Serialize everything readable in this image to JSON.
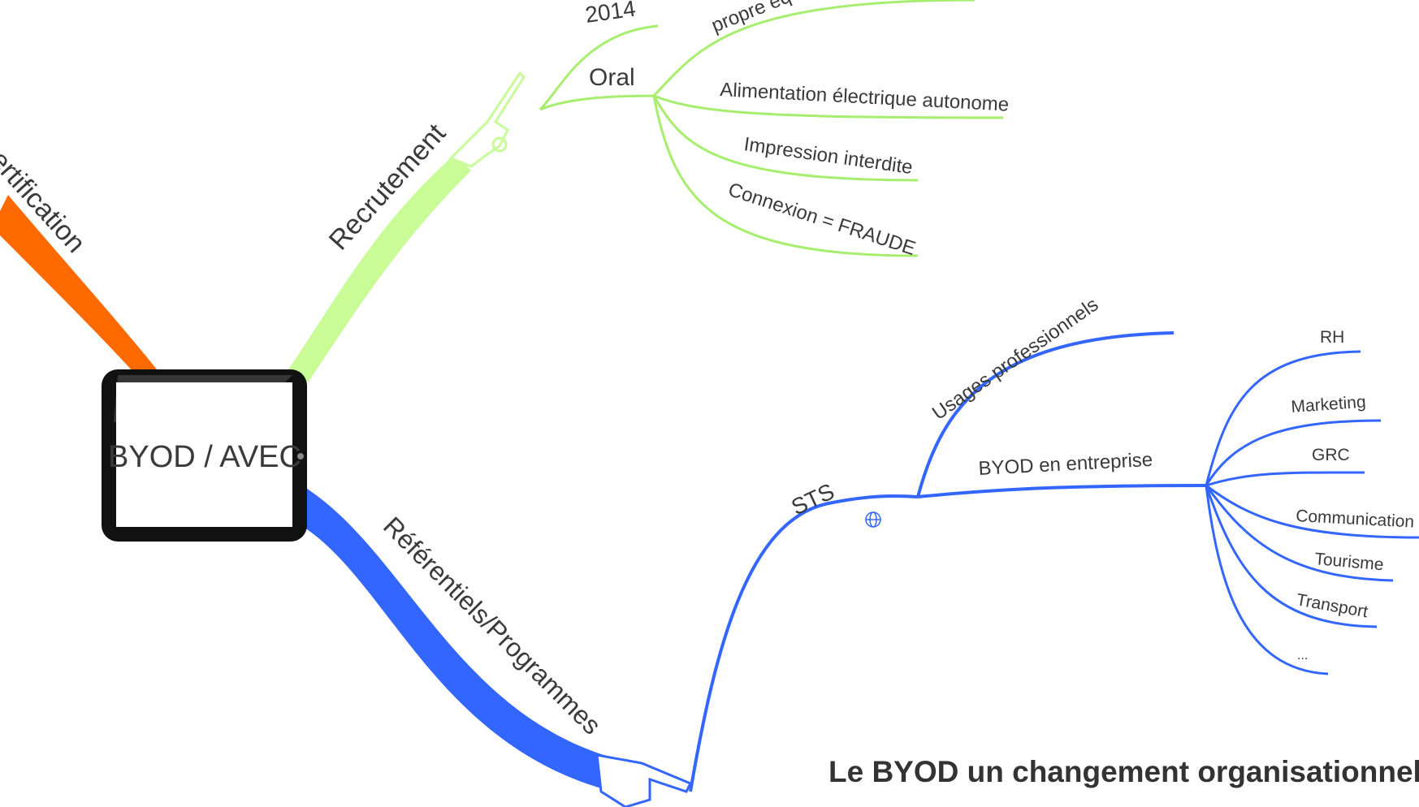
{
  "central": {
    "label": "BYOD / AVEC"
  },
  "branches": {
    "certification": {
      "label": "Certification",
      "color": "#ff6a00"
    },
    "recrutement": {
      "label": "Recrutement",
      "color": "#c9fb97",
      "children": {
        "year": "2014",
        "oral": "Oral",
        "items": [
          "propre équipement",
          "Alimentation électrique autonome",
          "Impression interdite",
          "Connexion = FRAUDE"
        ]
      }
    },
    "referentiels": {
      "label": "Référentiels/Programmes",
      "color": "#3366ff",
      "children": {
        "sts": "STS",
        "usages": "Usages professionnels",
        "entreprise": "BYOD en entreprise",
        "domains": [
          "RH",
          "Marketing",
          "GRC",
          "Communication",
          "Tourisme",
          "Transport",
          "..."
        ]
      }
    }
  },
  "icons": [
    "pointing-hand-icon",
    "globe-icon",
    "tablet-frame"
  ],
  "caption": {
    "line1": "Le BYOD un changement organisationnel"
  }
}
